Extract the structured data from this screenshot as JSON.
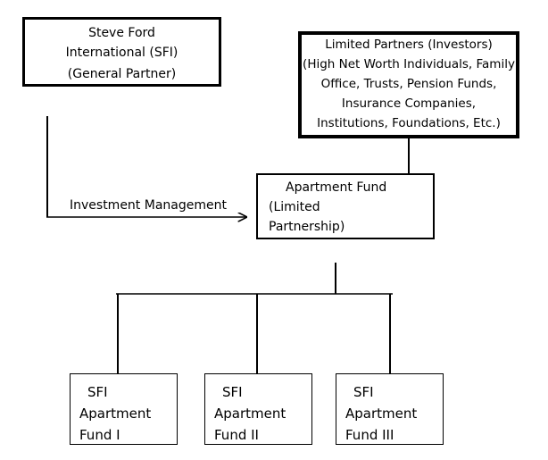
{
  "general_partner": {
    "line1": "Steve Ford",
    "line2": "International (SFI)",
    "line3": "(General Partner)"
  },
  "limited_partners": {
    "lines": [
      "Limited Partners (Investors)",
      "(High Net Worth Individuals, Family",
      "Office, Trusts, Pension Funds,",
      "Insurance Companies,",
      "Institutions, Foundations, Etc.)"
    ]
  },
  "apartment_fund": {
    "line1": "Apartment Fund",
    "line2": "(Limited",
    "line3": "Partnership)"
  },
  "arrow_label": "Investment Management",
  "sub_funds": [
    {
      "line1": "SFI",
      "line2": "Apartment",
      "line3": "Fund I"
    },
    {
      "line1": "SFI",
      "line2": "Apartment",
      "line3": "Fund II"
    },
    {
      "line1": "SFI",
      "line2": "Apartment",
      "line3": "Fund III"
    }
  ]
}
